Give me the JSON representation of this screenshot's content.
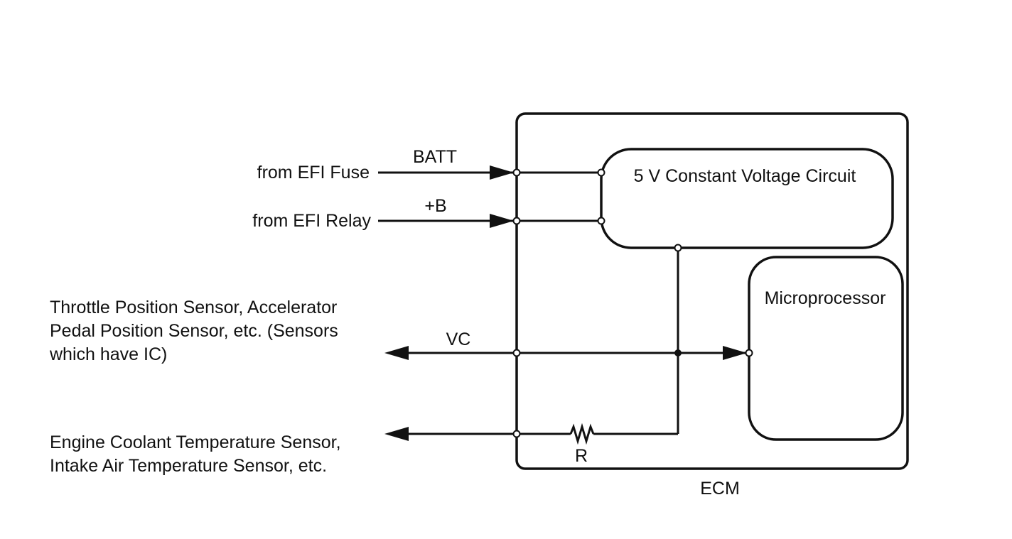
{
  "diagram": {
    "ecm_label": "ECM",
    "voltage_circuit_label": "5 V Constant Voltage Circuit",
    "microprocessor_label": "Microprocessor",
    "inputs": {
      "batt": {
        "source": "from EFI Fuse",
        "signal": "BATT"
      },
      "plus_b": {
        "source": "from EFI Relay",
        "signal": "+B"
      }
    },
    "outputs": {
      "vc": {
        "signal": "VC",
        "destination_lines": [
          "Throttle Position Sensor, Accelerator",
          "Pedal Position Sensor, etc. (Sensors",
          "which have IC)"
        ]
      },
      "resistor_line": {
        "resistor_label": "R",
        "destination_lines": [
          "Engine Coolant Temperature Sensor,",
          "Intake Air Temperature Sensor, etc."
        ]
      }
    }
  }
}
